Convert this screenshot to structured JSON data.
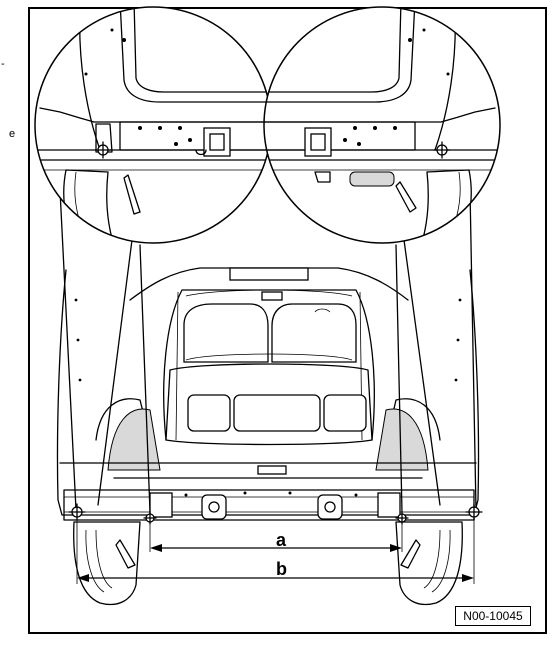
{
  "figure": {
    "dimension_labels": {
      "a": "a",
      "b": "b"
    },
    "reference_code": "N00-10045",
    "edge_fragments": {
      "left_upper": "-",
      "left_lower": "e"
    }
  },
  "icons": {
    "measuring_point_left_outer": "crosshair-icon",
    "measuring_point_right_outer": "crosshair-icon",
    "measuring_point_left_inner": "crosshair-icon",
    "measuring_point_right_inner": "crosshair-icon"
  }
}
